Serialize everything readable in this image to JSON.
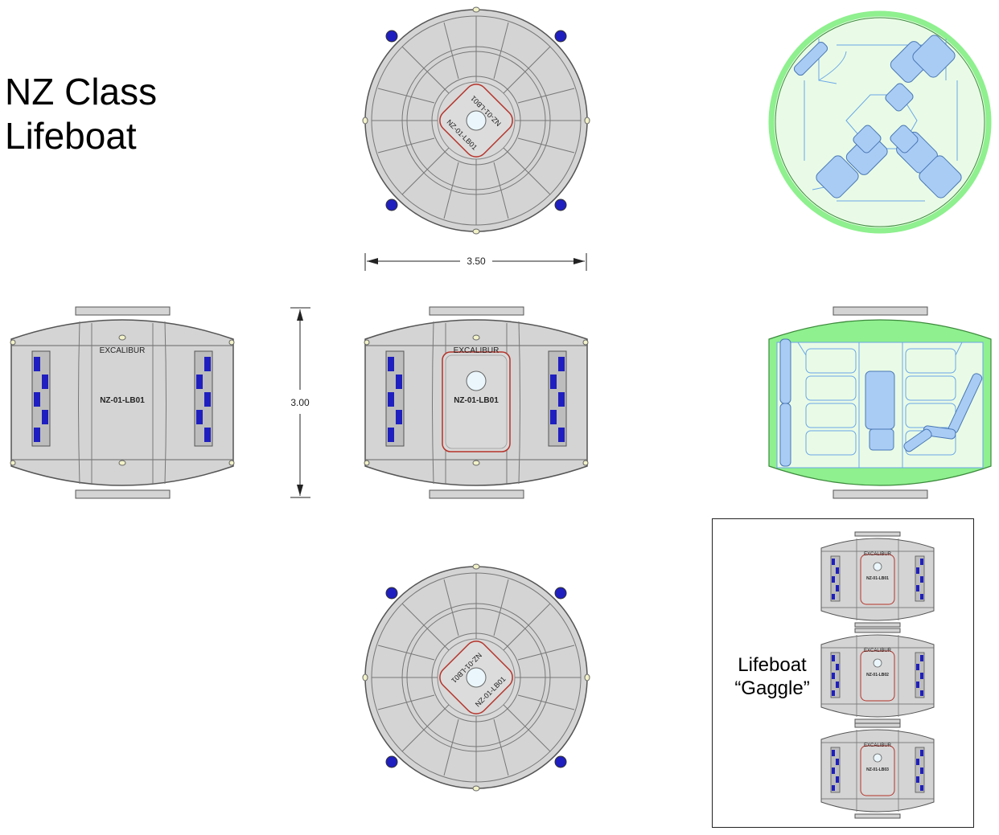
{
  "title": {
    "line1": "NZ Class",
    "line2": "Lifeboat"
  },
  "dimensions": {
    "width_label": "3.50",
    "height_label": "3.00"
  },
  "hull_text": {
    "maker": "EXCALIBUR",
    "id": "NZ-01-LB01"
  },
  "gaggle": {
    "label_line1": "Lifeboat",
    "label_line2": "“Gaggle”",
    "pod_ids": [
      "NZ-01-LB01",
      "NZ-01-LB02",
      "NZ-01-LB03"
    ]
  },
  "colors": {
    "hull": "#d4d4d4",
    "hull_stroke": "#555555",
    "window_blue": "#1f1fbf",
    "hatch_red": "#b5332a",
    "interior_green": "#8ef08e",
    "interior_fill": "#e9fbe6",
    "seat_blue": "#a9ccf5"
  }
}
